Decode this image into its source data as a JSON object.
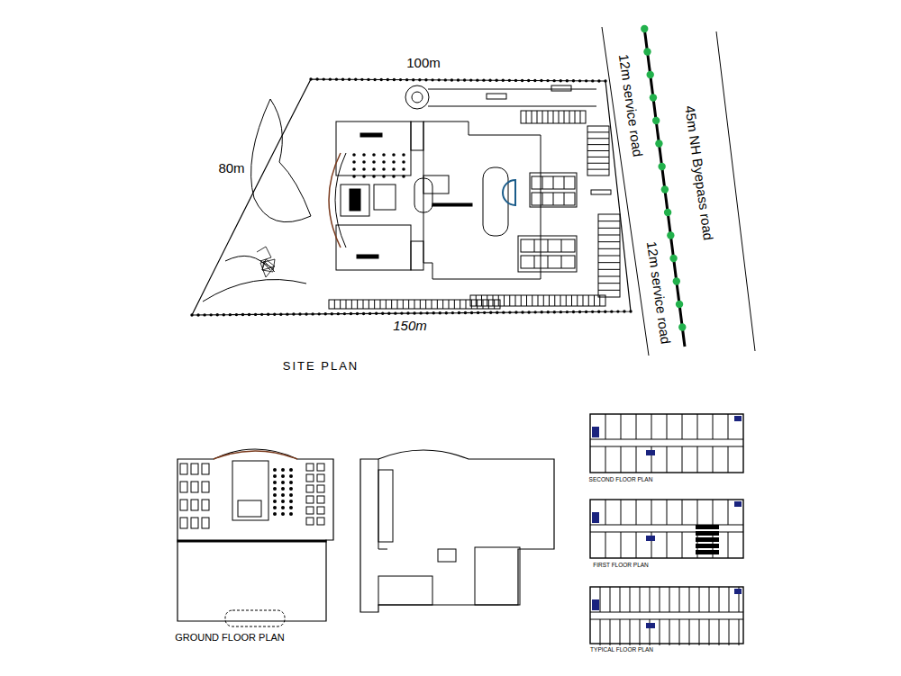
{
  "diagram": {
    "labels": [
      "100m",
      "12m service road",
      "45m NH Byepass road",
      "80m",
      "12m service road",
      "150m",
      "SITE PLAN",
      "GROUND FLOOR PLAN",
      "SECOND FLOOR PLAN",
      "FIRST FLOOR PLAN",
      "TYPICAL FLOOR PLAN"
    ]
  }
}
